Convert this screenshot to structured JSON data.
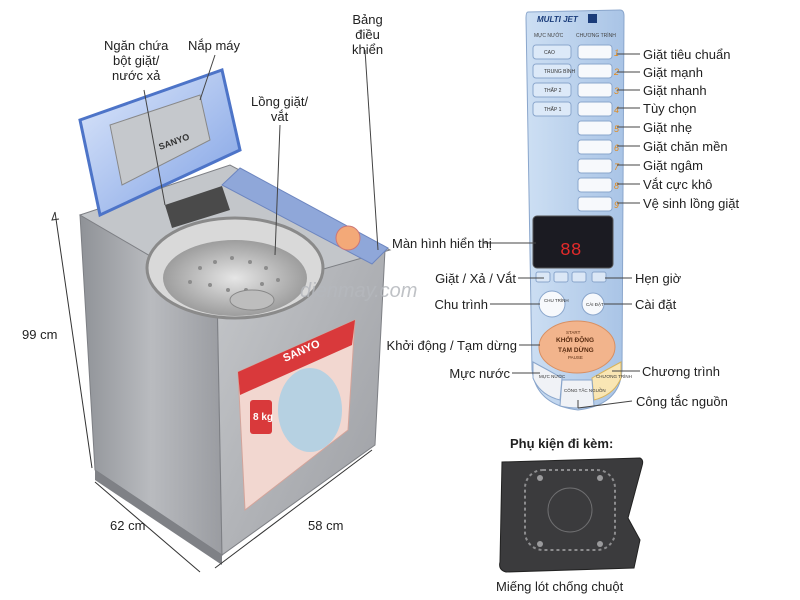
{
  "brand_watermark": "dienmay.com",
  "machine": {
    "brand": "SANYO",
    "capacity_badge": "8 kg"
  },
  "panel": {
    "logo": "MULTI JET",
    "water_level_header": "MỰC NƯỚC",
    "program_header": "CHƯƠNG TRÌNH",
    "level_items": [
      "CAO",
      "TRUNG BÌNH",
      "THẤP 2",
      "THẤP 1"
    ],
    "display_digits": "88",
    "start_button": [
      "START",
      "KHỞI ĐỘNG",
      "TẠM DỪNG",
      "PAUSE"
    ],
    "water_button": "MỰC NƯỚC",
    "power_button": "CÔNG TẮC NGUỒN",
    "program_button": "CHƯƠNG TRÌNH",
    "cycle_button": "CHU TRÌNH",
    "settings_button": "CÀI ĐẶT"
  },
  "labels": {
    "detergent_drawer": [
      "Ngăn chứa",
      "bột giặt/",
      "nước xả"
    ],
    "lid": "Nắp máy",
    "drum": [
      "Lồng giặt/",
      "vắt"
    ],
    "control_panel": [
      "Bảng",
      "điều",
      "khiển"
    ],
    "height": "99 cm",
    "depth": "62 cm",
    "width": "58 cm",
    "display": "Màn hình hiển thị",
    "wash_rinse_spin": "Giặt / Xả / Vắt",
    "cycle": "Chu trình",
    "start_pause": "Khởi động / Tạm dừng",
    "water_level": "Mực nước",
    "timer": "Hẹn giờ",
    "settings": "Cài đặt",
    "program": "Chương trình",
    "power_switch": "Công tắc nguồn",
    "accessory_title": "Phụ kiện đi kèm:",
    "accessory_name": "Miếng lót chống chuột"
  },
  "programs": [
    "Giặt tiêu chuẩn",
    "Giặt mạnh",
    "Giặt nhanh",
    "Tùy chọn",
    "Giặt nhẹ",
    "Giặt chăn mền",
    "Giặt ngâm",
    "Vắt cực khô",
    "Vệ sinh lồng giặt"
  ],
  "colors": {
    "panel_blue": "#b9d2ec",
    "panel_orange": "#f0b48c",
    "machine_gray": "#a7a9ad",
    "lid_blue": "#7fa3e0",
    "line": "#555555"
  }
}
